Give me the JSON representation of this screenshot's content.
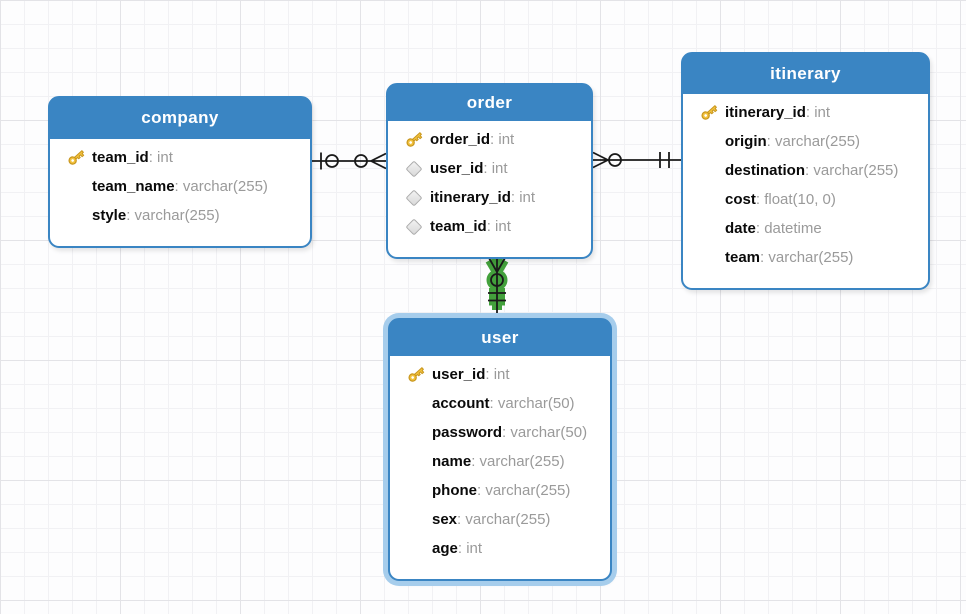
{
  "ui": {
    "field_separator": ": "
  },
  "theme": {
    "table_header_color": "#3a85c3",
    "table_border_color": "#3a85c3",
    "header_text_color": "#ffffff",
    "field_name_color": "#0a0a0a",
    "field_type_color": "#9a9a9a",
    "selection_halo_color": "#a6cdec",
    "relation_highlight_color": "#43a13c",
    "connector_color": "#1a1a1a",
    "key_icon_color": "#f2c23e",
    "grid_minor_color": "#f1f1f4",
    "grid_major_color": "#e3e3e7"
  },
  "tables": [
    {
      "name": "company",
      "selected": false,
      "fields": [
        {
          "icon": "key-icon",
          "name": "team_id",
          "type": "int"
        },
        {
          "icon": "none",
          "name": "team_name",
          "type": "varchar(255)"
        },
        {
          "icon": "none",
          "name": "style",
          "type": "varchar(255)"
        }
      ]
    },
    {
      "name": "order",
      "selected": false,
      "fields": [
        {
          "icon": "key-icon",
          "name": "order_id",
          "type": "int"
        },
        {
          "icon": "diamond-icon",
          "name": "user_id",
          "type": "int"
        },
        {
          "icon": "diamond-icon",
          "name": "itinerary_id",
          "type": "int"
        },
        {
          "icon": "diamond-icon",
          "name": "team_id",
          "type": "int"
        }
      ]
    },
    {
      "name": "itinerary",
      "selected": false,
      "fields": [
        {
          "icon": "key-icon",
          "name": "itinerary_id",
          "type": "int"
        },
        {
          "icon": "none",
          "name": "origin",
          "type": "varchar(255)"
        },
        {
          "icon": "none",
          "name": "destination",
          "type": "varchar(255)"
        },
        {
          "icon": "none",
          "name": "cost",
          "type": "float(10, 0)"
        },
        {
          "icon": "none",
          "name": "date",
          "type": "datetime"
        },
        {
          "icon": "none",
          "name": "team",
          "type": "varchar(255)"
        }
      ]
    },
    {
      "name": "user",
      "selected": true,
      "fields": [
        {
          "icon": "key-icon",
          "name": "user_id",
          "type": "int"
        },
        {
          "icon": "none",
          "name": "account",
          "type": "varchar(50)"
        },
        {
          "icon": "none",
          "name": "password",
          "type": "varchar(50)"
        },
        {
          "icon": "none",
          "name": "name",
          "type": "varchar(255)"
        },
        {
          "icon": "none",
          "name": "phone",
          "type": "varchar(255)"
        },
        {
          "icon": "none",
          "name": "sex",
          "type": "varchar(255)"
        },
        {
          "icon": "none",
          "name": "age",
          "type": "int"
        }
      ]
    }
  ],
  "relations": [
    {
      "from_table": "company",
      "to_table": "order",
      "from_cardinality": "zero-or-one",
      "to_cardinality": "zero-or-many",
      "highlighted": false
    },
    {
      "from_table": "itinerary",
      "to_table": "order",
      "from_cardinality": "exactly-one",
      "to_cardinality": "zero-or-many",
      "highlighted": false
    },
    {
      "from_table": "user",
      "to_table": "order",
      "from_cardinality": "exactly-one",
      "to_cardinality": "zero-or-many",
      "highlighted": true
    }
  ]
}
